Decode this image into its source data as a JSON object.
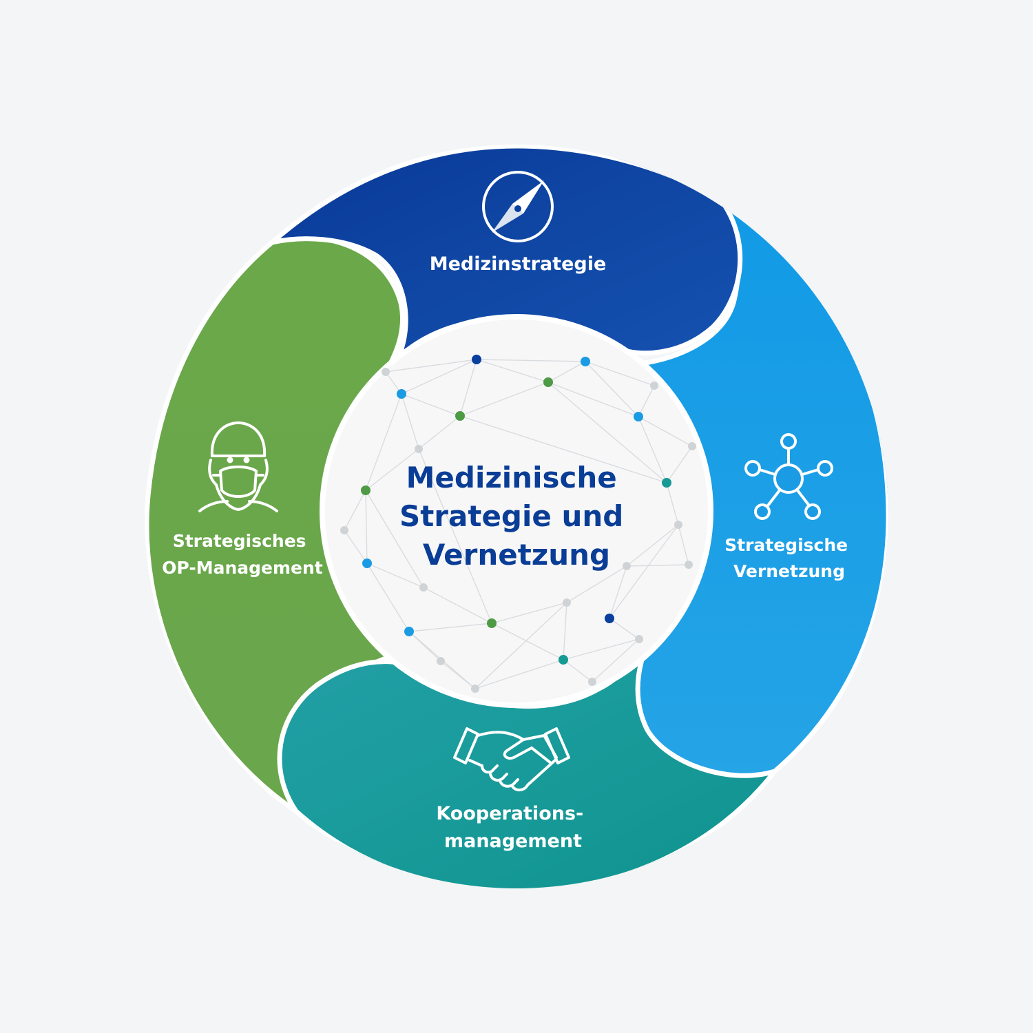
{
  "center": {
    "title_lines": [
      "Medizinische",
      "Strategie und",
      "Vernetzung"
    ]
  },
  "segments": {
    "top": {
      "lines": [
        "Medizinstrategie"
      ],
      "icon": "compass-icon",
      "color": "#0a3f9e"
    },
    "right": {
      "lines": [
        "Strategische",
        "Vernetzung"
      ],
      "icon": "network-icon",
      "color": "#1a9be3"
    },
    "bottom": {
      "lines": [
        "Kooperations-",
        "management"
      ],
      "icon": "handshake-icon",
      "color": "#15979a"
    },
    "left": {
      "lines": [
        "Strategisches",
        "OP-Management"
      ],
      "icon": "surgeon-icon",
      "color": "#6aa84a"
    }
  },
  "colors": {
    "center_text": "#0a3d96",
    "node_dark_blue": "#0a3f9e",
    "node_light_blue": "#1a9be3",
    "node_green": "#4e9a45",
    "node_teal": "#159a94",
    "node_grey": "#d0d3d6"
  }
}
